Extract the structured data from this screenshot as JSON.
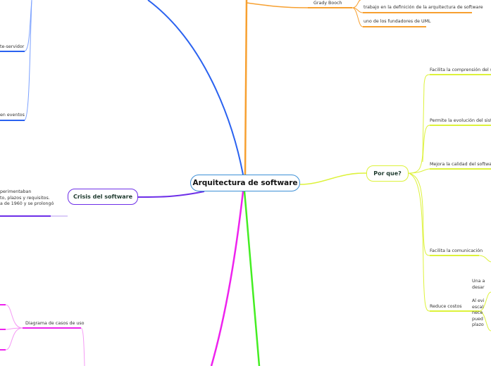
{
  "central": {
    "label": "Arquitectura de software",
    "color": "#3c8fd6"
  },
  "porque": {
    "label": "Por que?",
    "color": "#ddf23a",
    "items": [
      {
        "label": "Facilita la comprensión del siste"
      },
      {
        "label": "Permite la evolución del sistema"
      },
      {
        "label": "Mejora la calidad del software"
      },
      {
        "label": "Facilita la comunicación"
      },
      {
        "label": "Reduce costos",
        "children": [
          {
            "lines": [
              "Una a",
              "desar"
            ]
          },
          {
            "lines": [
              "Al evi",
              "escal",
              "nece",
              "pued",
              "plazo"
            ]
          }
        ]
      }
    ]
  },
  "crisis": {
    "label": "Crisis del software",
    "color": "#6d2ee8",
    "text_lines": [
      "perimentaban",
      "to, plazos y requisitos.",
      "a de 1960 y se prolongó"
    ]
  },
  "orange_branch": {
    "color": "#f7a030",
    "label": "Grady Booch",
    "children": [
      "trabajo en la definición de la arquitectura de software",
      "uno de los fundadores de UML"
    ]
  },
  "blue_branch": {
    "color": "#2a62f0",
    "children": [
      "te-servidor",
      "en eventos"
    ]
  },
  "magenta_branch": {
    "color": "#ee22ee",
    "label": "Diagrama de casos de uso"
  },
  "green_branch": {
    "color": "#44ee22"
  }
}
